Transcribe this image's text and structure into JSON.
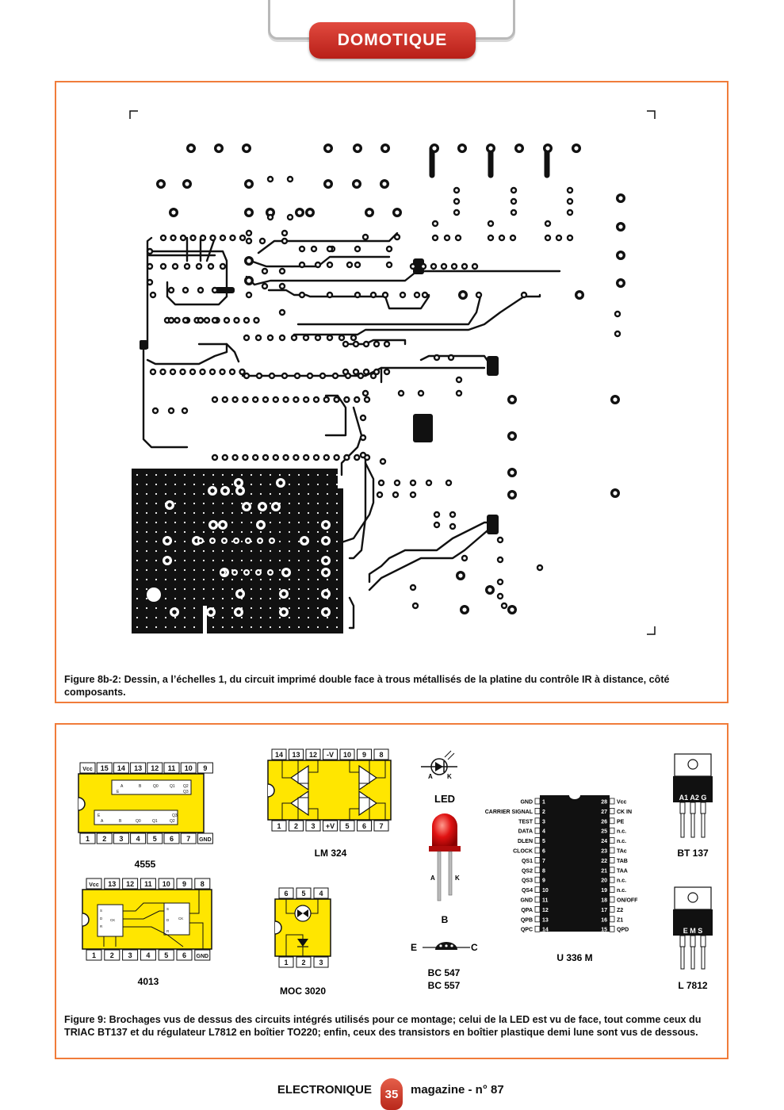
{
  "header": {
    "section": "DOMOTIQUE"
  },
  "figure1": {
    "caption": "Figure 8b-2: Dessin, a l’échelles 1, du circuit imprimé double face à trous métallisés de la platine du contrôle IR à distance, côté composants."
  },
  "figure2": {
    "caption": "Figure 9: Brochages vus de dessus des circuits intégrés utilisés pour ce montage; celui de la LED est vu de face, tout comme ceux du TRIAC BT137 et du régulateur L7812 en boîtier TO220; enfin, ceux des transistors en boîtier plastique demi lune sont vus de dessous.",
    "ic4555": {
      "name": "4555",
      "top_pins": [
        "Vcc",
        "15",
        "14",
        "13",
        "12",
        "11",
        "10",
        "9"
      ],
      "bottom_pins": [
        "1",
        "2",
        "3",
        "4",
        "5",
        "6",
        "7",
        "GND"
      ],
      "top_logic": [
        "A",
        "B",
        "Q0",
        "Q1",
        "Q2",
        "Q3",
        "E"
      ],
      "bottom_logic": [
        "E",
        "A",
        "B",
        "Q0",
        "Q1",
        "Q2",
        "Q3"
      ]
    },
    "ic4013": {
      "name": "4013",
      "top_pins": [
        "Vcc",
        "13",
        "12",
        "11",
        "10",
        "9",
        "8"
      ],
      "bottom_pins": [
        "1",
        "2",
        "3",
        "4",
        "5",
        "6",
        "GND"
      ]
    },
    "lm324": {
      "name": "LM 324",
      "top_pins": [
        "14",
        "13",
        "12",
        "-V",
        "10",
        "9",
        "8"
      ],
      "bottom_pins": [
        "1",
        "2",
        "3",
        "+V",
        "5",
        "6",
        "7"
      ]
    },
    "moc3020": {
      "name": "MOC 3020",
      "top_pins": [
        "6",
        "5",
        "4"
      ],
      "bottom_pins": [
        "1",
        "2",
        "3"
      ]
    },
    "led": {
      "name": "LED",
      "sym_a": "A",
      "sym_k": "K",
      "lead_a": "A",
      "lead_k": "K"
    },
    "transistor": {
      "b": "B",
      "e": "E",
      "c": "C",
      "name1": "BC 547",
      "name2": "BC 557"
    },
    "u336": {
      "name": "U 336 M",
      "left_pins": [
        {
          "label": "GND",
          "num": "1"
        },
        {
          "label": "CARRIER SIGNAL",
          "num": "2"
        },
        {
          "label": "TEST",
          "num": "3"
        },
        {
          "label": "DATA",
          "num": "4"
        },
        {
          "label": "DLEN",
          "num": "5"
        },
        {
          "label": "CLOCK",
          "num": "6"
        },
        {
          "label": "QS1",
          "num": "7"
        },
        {
          "label": "QS2",
          "num": "8"
        },
        {
          "label": "QS3",
          "num": "9"
        },
        {
          "label": "QS4",
          "num": "10"
        },
        {
          "label": "GND",
          "num": "11"
        },
        {
          "label": "QPA",
          "num": "12"
        },
        {
          "label": "QPB",
          "num": "13"
        },
        {
          "label": "QPC",
          "num": "14"
        }
      ],
      "right_pins": [
        {
          "label": "Vcc",
          "num": "28"
        },
        {
          "label": "CK IN",
          "num": "27"
        },
        {
          "label": "PE",
          "num": "26"
        },
        {
          "label": "n.c.",
          "num": "25"
        },
        {
          "label": "n.c.",
          "num": "24"
        },
        {
          "label": "TAc",
          "num": "23"
        },
        {
          "label": "TAB",
          "num": "22"
        },
        {
          "label": "TAA",
          "num": "21"
        },
        {
          "label": "n.c.",
          "num": "20"
        },
        {
          "label": "n.c.",
          "num": "19"
        },
        {
          "label": "ON/OFF",
          "num": "18"
        },
        {
          "label": "Z2",
          "num": "17"
        },
        {
          "label": "Z1",
          "num": "16"
        },
        {
          "label": "QPD",
          "num": "15"
        }
      ]
    },
    "bt137": {
      "name": "BT 137",
      "pins": "A1 A2 G"
    },
    "l7812": {
      "name": "L 7812",
      "pins": "E M S"
    }
  },
  "footer": {
    "left": "ELECTRONIQUE",
    "page": "35",
    "right": "magazine - n° 87"
  },
  "colors": {
    "accent": "#f07c3a",
    "ic_yellow": "#ffe600",
    "ribbon_red": "#c8291f"
  }
}
